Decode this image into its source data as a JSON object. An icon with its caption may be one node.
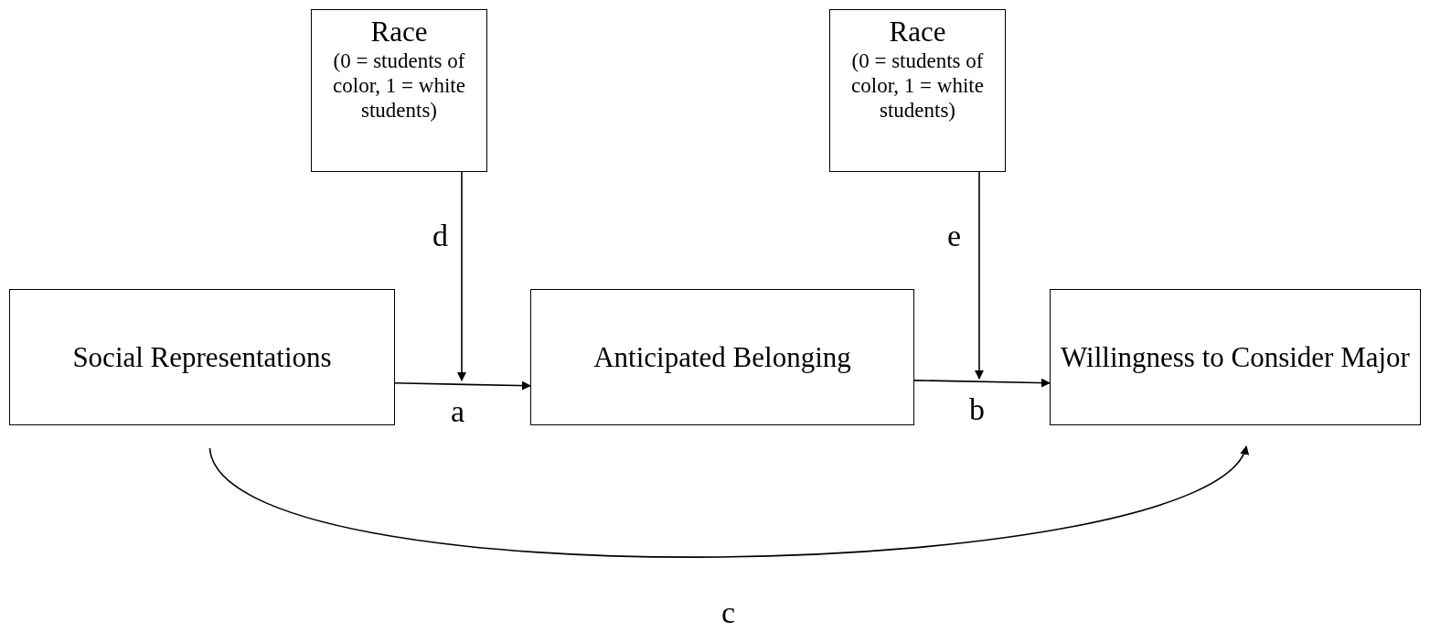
{
  "diagram": {
    "nodes": [
      {
        "text": [
          "Race",
          "(0 = students of color, 1 = white students)"
        ]
      },
      {
        "text": [
          "Race",
          "(0 = students of color, 1 = white students)"
        ]
      },
      {
        "text": [
          "Social Representations"
        ]
      },
      {
        "text": [
          "Anticipated Belonging"
        ]
      },
      {
        "text": [
          "Willingness to Consider Major"
        ]
      }
    ],
    "edges": [
      {
        "from": 2,
        "to": 3,
        "arrow": "to",
        "label": "a"
      },
      {
        "from": 3,
        "to": 4,
        "arrow": "to",
        "label": "b"
      },
      {
        "from": 0,
        "to": null,
        "arrow": "to",
        "label": "d"
      },
      {
        "from": 1,
        "to": null,
        "arrow": "to",
        "label": "e"
      },
      {
        "from": 2,
        "to": 4,
        "arrow": "to",
        "label": "c"
      }
    ]
  }
}
